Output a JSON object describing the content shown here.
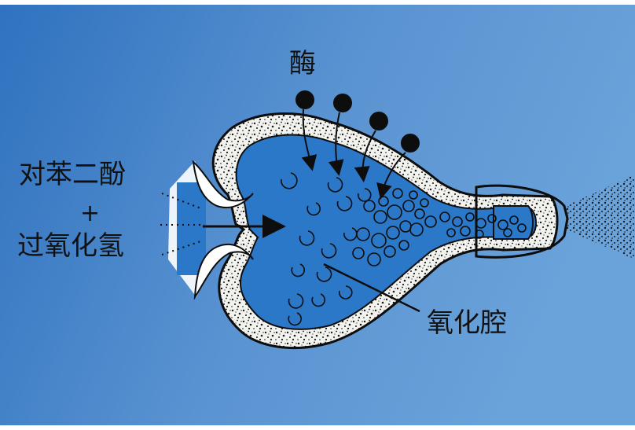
{
  "labels": {
    "enzyme": "酶",
    "hydroquinone": "对苯二酚",
    "plus": "+",
    "hydrogen_peroxide": "过氧化氢",
    "oxidation_chamber": "氧化腔"
  },
  "colors": {
    "background_light": "#5a93d1",
    "background_dark": "#2f72bf",
    "chamber_fill": "#2b77c8",
    "wall_fill": "#f2f2ee",
    "wall_dots": "#1a1a1a",
    "outline": "#0d0d0d"
  }
}
